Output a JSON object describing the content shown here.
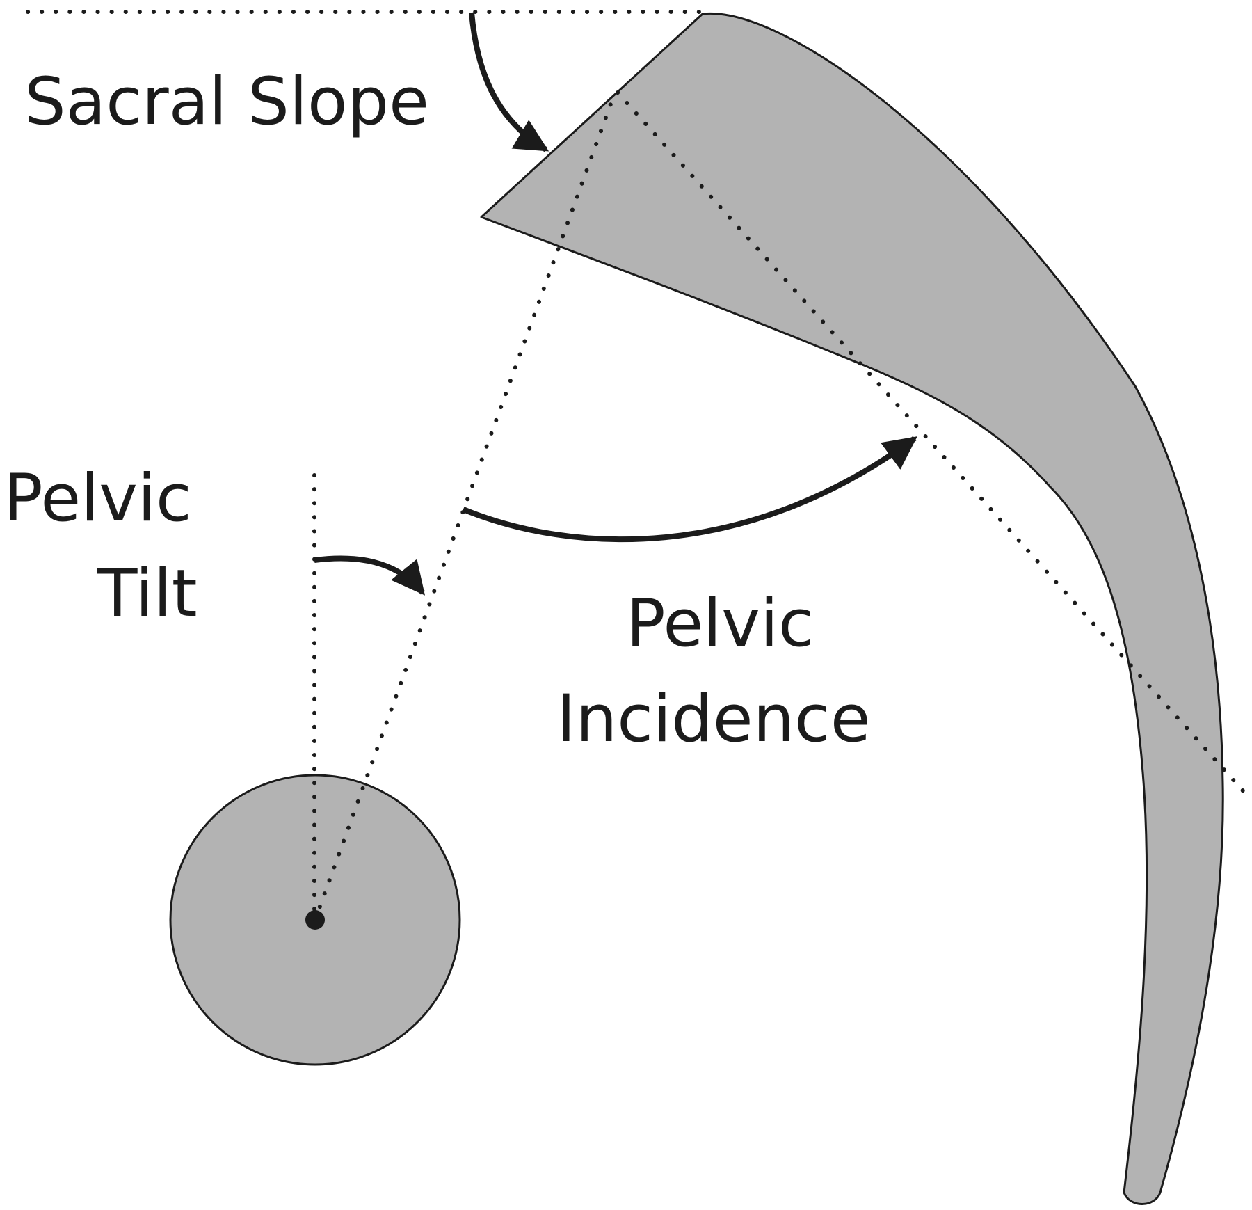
{
  "labels": {
    "sacral_slope": "Sacral Slope",
    "pelvic_tilt_line1": "Pelvic",
    "pelvic_tilt_line2": "Tilt",
    "pelvic_incidence_line1": "Pelvic",
    "pelvic_incidence_line2": "Incidence"
  },
  "colors": {
    "bone_fill": "#b3b3b3",
    "outline": "#1b1b1b",
    "background": "#ffffff"
  }
}
